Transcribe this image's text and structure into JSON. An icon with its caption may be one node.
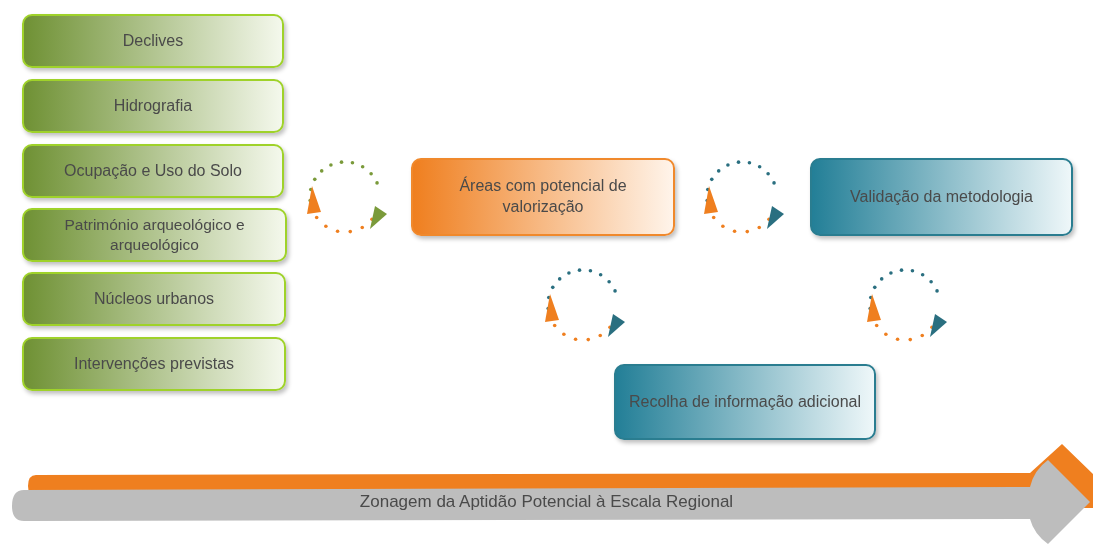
{
  "diagram": {
    "nodes": [
      {
        "text": [
          "Declives"
        ]
      },
      {
        "text": [
          "Hidrografia"
        ]
      },
      {
        "text": [
          "Ocupação e Uso do Solo"
        ]
      },
      {
        "text": [
          "Património arqueológico e arqueológico"
        ]
      },
      {
        "text": [
          "Núcleos urbanos"
        ]
      },
      {
        "text": [
          "Intervenções previstas"
        ]
      },
      {
        "text": [
          "Áreas com potencial de valorização"
        ]
      },
      {
        "text": [
          "Validação da metodologia"
        ]
      },
      {
        "text": [
          "Recolha de informação adicional"
        ]
      },
      {
        "text": [
          "Zonagem da Aptidão Potencial à Escala Regional"
        ]
      }
    ]
  }
}
